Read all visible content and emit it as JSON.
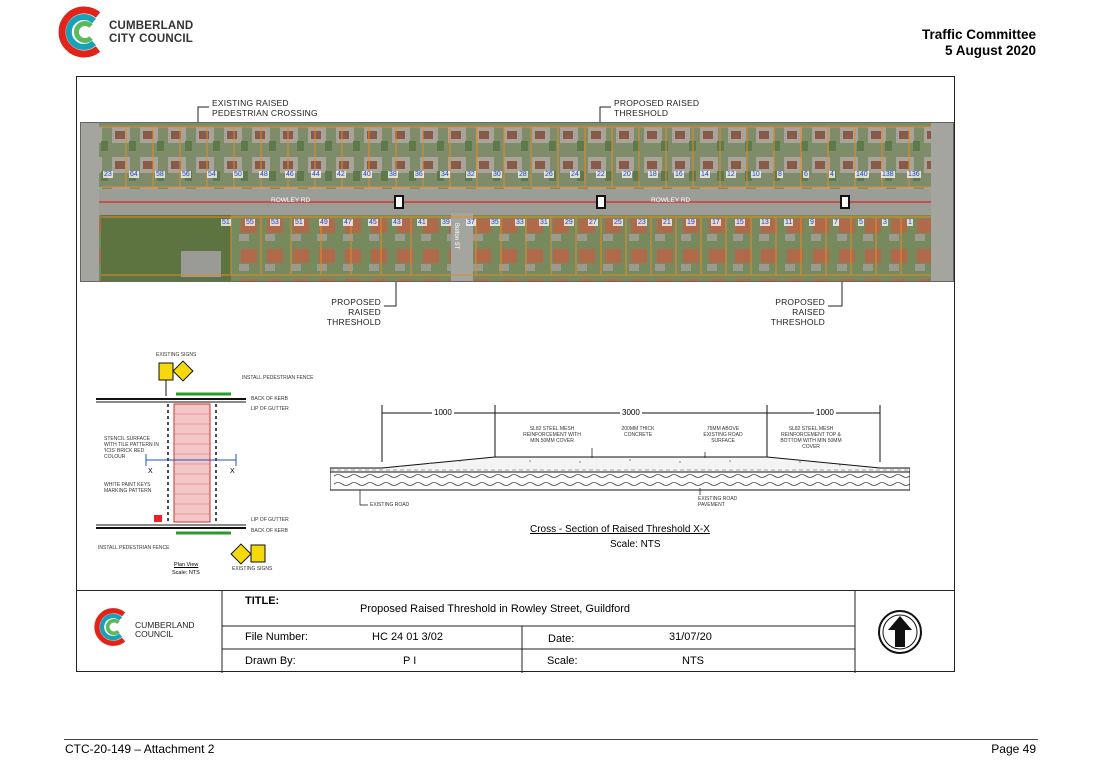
{
  "header": {
    "org_line1": "CUMBERLAND",
    "org_line2": "CITY COUNCIL",
    "committee": "Traffic Committee",
    "date": "5 August 2020"
  },
  "plan": {
    "callouts": {
      "existing_crossing_1": "EXISTING RAISED",
      "existing_crossing_2": "PEDESTRIAN CROSSING",
      "proposed_top_1": "PROPOSED RAISED",
      "proposed_top_2": "THRESHOLD",
      "proposed_left_1": "PROPOSED RAISED",
      "proposed_left_2": "THRESHOLD",
      "proposed_right_1": "PROPOSED RAISED",
      "proposed_right_2": "THRESHOLD"
    },
    "road_labels": {
      "rowley_left": "ROWLEY RD",
      "rowley_right": "ROWLEY RD",
      "bolton_st": "Bolton ST"
    },
    "lot_numbers_top": [
      "23",
      "64",
      "58",
      "56",
      "54",
      "50",
      "48",
      "46",
      "44",
      "42",
      "40",
      "38",
      "36",
      "34",
      "32",
      "30",
      "28",
      "26",
      "24",
      "22",
      "20",
      "18",
      "16",
      "14",
      "12",
      "10",
      "8",
      "6",
      "4",
      "140",
      "138",
      "136"
    ],
    "lot_numbers_bottom": [
      "51",
      "55",
      "53",
      "51",
      "49",
      "47",
      "45",
      "43",
      "41",
      "39",
      "37",
      "35",
      "33",
      "31",
      "29",
      "27",
      "25",
      "23",
      "21",
      "19",
      "17",
      "15",
      "13",
      "11",
      "9",
      "7",
      "5",
      "3",
      "1"
    ]
  },
  "detail_plan": {
    "signs_top": "EXISTING SIGNS",
    "fence_top": "INSTALL PEDESTRIAN FENCE",
    "back_of_kerb_top": "BACK OF KERB",
    "lip_of_gutter_top": "LIP OF GUTTER",
    "stencil_note": "STENCIL SURFACE WITH TILE PATTERN IN 'ICIS' BRICK RED COLOUR",
    "white_paint_note": "WHITE PAINT KEYS MARKING PATTERN",
    "x_left": "X",
    "x_right": "X",
    "lip_of_gutter_bottom": "LIP OF GUTTER",
    "back_of_kerb_bottom": "BACK OF KERB",
    "fence_bottom": "INSTALL PEDESTRIAN FENCE",
    "signs_bottom": "EXISTING SIGNS",
    "plan_view": "Plan View",
    "scale_nts": "Scale: NTS"
  },
  "section": {
    "dim_left": "1000",
    "dim_mid": "3000",
    "dim_right": "1000",
    "note_mesh": "SL82 STEEL MESH REINFORCEMENT WITH MIN 50mm COVER",
    "note_concrete": "200mm THICK CONCRETE",
    "note_above": "75mm ABOVE EXISTING ROAD SURFACE",
    "note_mesh_right": "SL82 STEEL MESH REINFORCEMENT TOP & BOTTOM WITH MIN 50mm COVER",
    "note_pavement": "EXISTING ROAD PAVEMENT",
    "note_existing_road": "EXISTING ROAD",
    "title": "Cross - Section of Raised Threshold X-X",
    "scale": "Scale: NTS"
  },
  "title_block": {
    "logo_line1": "CUMBERLAND",
    "logo_line2": "COUNCIL",
    "title_label": "TITLE:",
    "title_value": "Proposed Raised Threshold in Rowley Street, Guildford",
    "file_label": "File Number:",
    "file_value": "HC 24 01 3/02",
    "date_label": "Date:",
    "date_value": "31/07/20",
    "drawn_label": "Drawn By:",
    "drawn_value": "P I",
    "scale_label": "Scale:",
    "scale_value": "NTS"
  },
  "footer": {
    "attachment": "CTC-20-149 – Attachment 2",
    "page": "Page 49"
  }
}
